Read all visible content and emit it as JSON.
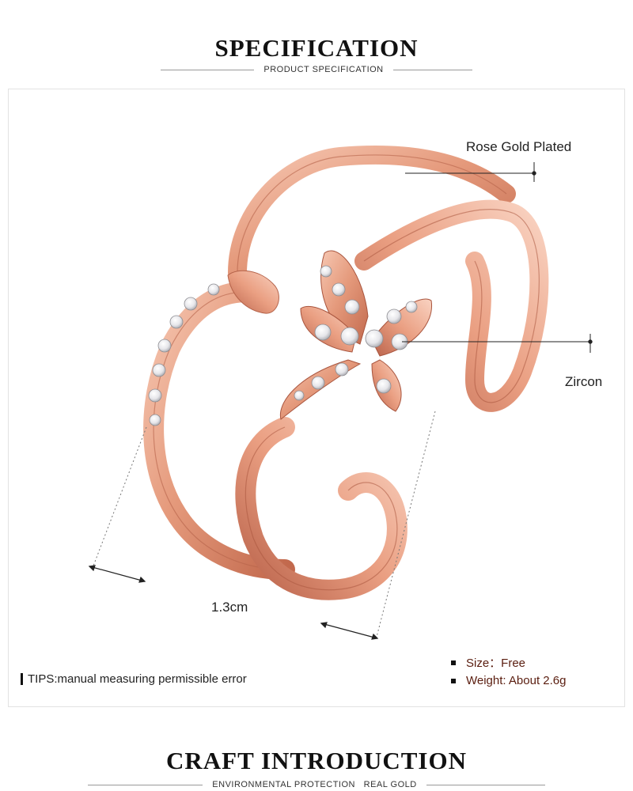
{
  "spec_section": {
    "title": "SPECIFICATION",
    "subtitle": "PRODUCT SPECIFICATION"
  },
  "annotations": {
    "material": "Rose Gold Plated",
    "stone": "Zircon",
    "width": "1.3cm"
  },
  "tips": "TIPS:manual measuring permissible error",
  "specs": [
    {
      "text": "Size：Free"
    },
    {
      "text": "Weight: About 2.6g"
    }
  ],
  "craft_section": {
    "title": "CRAFT INTRODUCTION",
    "subtitle": "ENVIRONMENTAL PROTECTION   REAL GOLD"
  },
  "colors": {
    "rose_gold": "#e8a083",
    "rose_gold_dark": "#b5634a",
    "spec_text": "#5a1d0f"
  }
}
